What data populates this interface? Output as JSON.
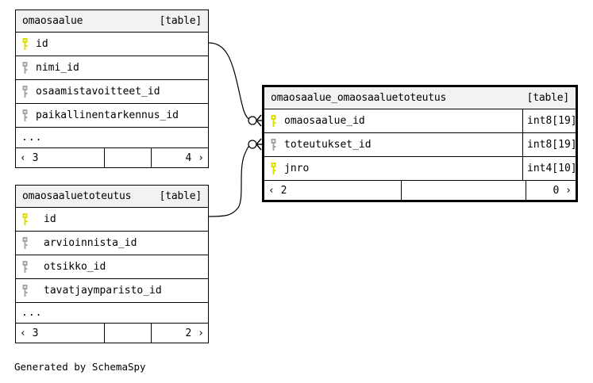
{
  "diagram": {
    "caption": "Generated by SchemaSpy",
    "table_tag": "[table]",
    "ellipsis": "...",
    "colors": {
      "primary_key": "#dede00",
      "foreign_key": "#a6a6a6",
      "header_bg": "#f2f2f2",
      "border": "#000000",
      "background": "#ffffff"
    }
  },
  "tables": [
    {
      "id": "omaosaalue",
      "name": "omaosaalue",
      "tag": "[table]",
      "emphasized": false,
      "columns": [
        {
          "name": "id",
          "key": "primary",
          "type": ""
        },
        {
          "name": "nimi_id",
          "key": "foreign",
          "type": ""
        },
        {
          "name": "osaamistavoitteet_id",
          "key": "foreign",
          "type": ""
        },
        {
          "name": "paikallinentarkennus_id",
          "key": "foreign",
          "type": ""
        }
      ],
      "has_more": true,
      "more_label": "...",
      "footer": {
        "left": "‹ 3",
        "middle": "",
        "right": "4 ›"
      }
    },
    {
      "id": "omaosaaluetoteutus",
      "name": "omaosaaluetoteutus",
      "tag": "[table]",
      "emphasized": false,
      "columns": [
        {
          "name": "id",
          "key": "primary",
          "type": ""
        },
        {
          "name": "arvioinnista_id",
          "key": "foreign",
          "type": ""
        },
        {
          "name": "otsikko_id",
          "key": "foreign",
          "type": ""
        },
        {
          "name": "tavatjaymparisto_id",
          "key": "foreign",
          "type": ""
        }
      ],
      "has_more": true,
      "more_label": "...",
      "footer": {
        "left": "‹ 3",
        "middle": "",
        "right": "2 ›"
      }
    },
    {
      "id": "omaosaalue_omaosaaluetoteutus",
      "name": "omaosaalue_omaosaaluetoteutus",
      "tag": "[table]",
      "emphasized": true,
      "columns": [
        {
          "name": "omaosaalue_id",
          "key": "primary",
          "type": "int8[19]"
        },
        {
          "name": "toteutukset_id",
          "key": "foreign",
          "type": "int8[19]"
        },
        {
          "name": "jnro",
          "key": "primary",
          "type": "int4[10]"
        }
      ],
      "has_more": false,
      "more_label": "",
      "footer": {
        "left": "‹ 2",
        "middle": "",
        "right": "0 ›"
      }
    }
  ],
  "relationships": [
    {
      "id": "rel-omaosaalue-to-join",
      "from_table": "omaosaalue",
      "from_column": "id",
      "to_table": "omaosaalue_omaosaaluetoteutus",
      "to_column": "omaosaalue_id"
    },
    {
      "id": "rel-omaosaaluetoteutus-to-join",
      "from_table": "omaosaaluetoteutus",
      "from_column": "id",
      "to_table": "omaosaalue_omaosaaluetoteutus",
      "to_column": "toteutukset_id"
    }
  ]
}
